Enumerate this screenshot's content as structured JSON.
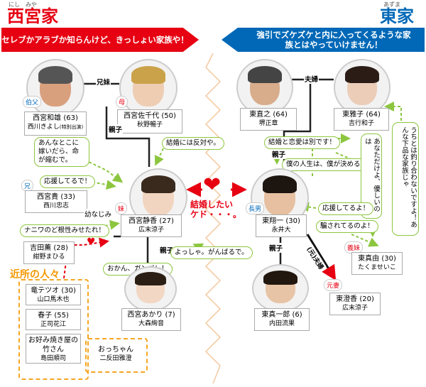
{
  "headers": {
    "left": {
      "title": "西宮家",
      "ruby_a": "にし",
      "ruby_b": "みや",
      "color": "#e60012",
      "banner": "セレブかアラブか知らんけど、きっしょい家族や！",
      "banner_color": "#e60012"
    },
    "right": {
      "title": "東家",
      "ruby": "あずま",
      "color": "#0068b7",
      "banner": "強引でズケズケと内に入ってくるような家族とはやっていけません！",
      "banner_color": "#0068b7"
    }
  },
  "center": {
    "label_a": "結婚したい",
    "label_b": "ケド・・・。",
    "color": "#e60012"
  },
  "people": {
    "kazuo": {
      "name": "西宮和雄 (63)",
      "actor": "西川きよし",
      "actor_note": "(特別出演)",
      "role": "伯父"
    },
    "sachiyo": {
      "name": "西宮佐千代 (50)",
      "actor": "秋野暢子",
      "role": "母"
    },
    "takashi": {
      "name": "西宮貴 (33)",
      "actor": "西川忠志",
      "role": "兄"
    },
    "shizuka": {
      "name": "西宮静香 (27)",
      "actor": "広末涼子",
      "role": "妹"
    },
    "kaoru": {
      "name": "吉田薫 (28)",
      "actor": "紺野まひる"
    },
    "akari": {
      "name": "西宮あかり (7)",
      "actor": "大森絢音"
    },
    "naoyuki": {
      "name": "東直之 (64)",
      "actor": "堺正章"
    },
    "masako": {
      "name": "東雅子 (64)",
      "actor": "吉行和子"
    },
    "shoichi": {
      "name": "東翔一 (30)",
      "actor": "永井大",
      "role": "長男"
    },
    "mayu": {
      "name": "東真由 (30)",
      "actor": "たくませいこ",
      "role": "義妹"
    },
    "sumika": {
      "name": "東澄香 (20)",
      "actor": "広末涼子",
      "role": "元妻"
    },
    "shinichiro": {
      "name": "東真一郎 (6)",
      "actor": "内田流果"
    }
  },
  "neighbors": {
    "title": "近所の人々",
    "items": [
      {
        "name": "竜テツオ (30)",
        "actor": "山口馬木也"
      },
      {
        "name": "春子 (55)",
        "actor": "正司花江"
      },
      {
        "name": "お好み焼き屋の",
        "name2": "竹さん",
        "actor": "島田順司"
      },
      {
        "name": "おっちゃん",
        "actor": "二反田雅澄"
      }
    ]
  },
  "relations": {
    "siblings": "兄妹",
    "parent1": "親子",
    "parent2": "親子",
    "childhood": "幼なじみ",
    "couple": "夫婦",
    "parent3": "親子",
    "parent4": "親子",
    "ex": "(元)夫婦"
  },
  "bubbles": {
    "kazuo_line": "あんなとこに嫁いだら、命が縮むで。",
    "sachiyo_line": "結婚には反対や。",
    "takashi_line": "応援してるで！",
    "kaoru_line": "ナニワのど根性みせたれ！",
    "shizuka_line": "よっしゃ。がんばるで。",
    "akari_line": "おかん、ガンバレ！",
    "naoyuki_line": "結婚と恋愛は別です！",
    "shoichi_line": "僕の人生は、僕が決める！",
    "masako_line": "あなただけよ、優しいのは",
    "mayu_line": "うちとは釣り合わないですよ！あんな下品な家族じゃ",
    "shoichi_mayu": "応援してるよ！",
    "mayu_cheated": "騙されてるのよ！"
  }
}
